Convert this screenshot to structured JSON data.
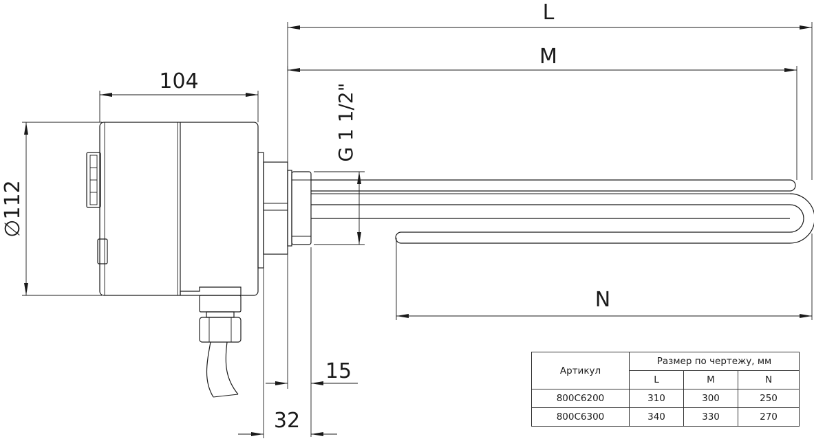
{
  "dimensions": {
    "L": "L",
    "M": "M",
    "N": "N",
    "width_104": "104",
    "diameter_112": "∅112",
    "thread": "G 1 1/2\"",
    "dim_15": "15",
    "dim_32": "32"
  },
  "table": {
    "header_article": "Артикул",
    "header_size": "Размер по чертежу, мм",
    "col_L": "L",
    "col_M": "M",
    "col_N": "N",
    "rows": [
      {
        "article": "800C6200",
        "L": "310",
        "M": "300",
        "N": "250"
      },
      {
        "article": "800C6300",
        "L": "340",
        "M": "330",
        "N": "270"
      }
    ]
  }
}
